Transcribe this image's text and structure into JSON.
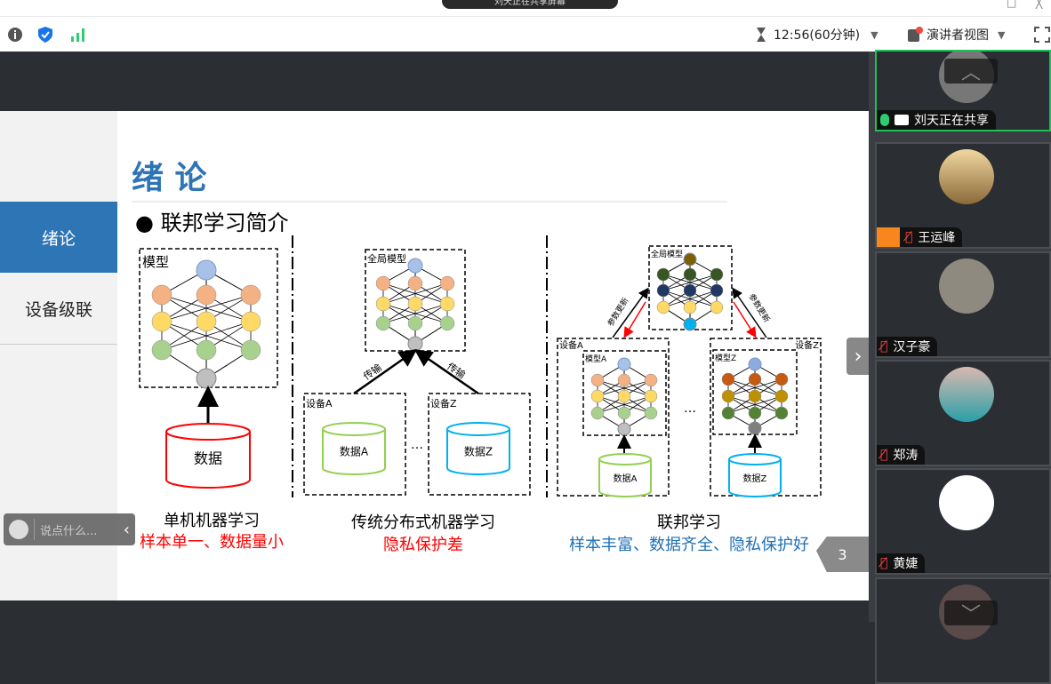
{
  "window": {
    "tab_title": "刘天正在共享屏幕"
  },
  "toolbar": {
    "timer": "12:56(60分钟)",
    "presenter_view": "演讲者视图",
    "icons": [
      "info-icon",
      "shield-check-icon",
      "signal-icon",
      "hourglass-icon",
      "presenter-icon",
      "fullscreen-icon"
    ]
  },
  "nav": {
    "items": [
      {
        "label": "绪论",
        "active": true
      },
      {
        "label": "设备级联",
        "active": false
      }
    ]
  },
  "slide": {
    "title": "绪  论",
    "subtitle": "● 联邦学习简介",
    "page": "3",
    "colors": {
      "title": "#2e75b6",
      "red": "#ff0000",
      "blue": "#1f6fb5",
      "green_db": "#92d050",
      "blue_db": "#00b0f0"
    },
    "single": {
      "model_label": "模型",
      "data_label": "数据",
      "caption": "单机机器学习",
      "note": "样本单一、数据量小",
      "nodes": [
        "#a9c1e8",
        "#f4b183",
        "#ffd966",
        "#a9d18e",
        "#bfbfbf"
      ]
    },
    "distributed": {
      "global_label": "全局模型",
      "transfer_left": "传输",
      "transfer_right": "传输",
      "device_a": "设备A",
      "device_z": "设备Z",
      "data_a": "数据A",
      "data_z": "数据Z",
      "ellipsis": "…",
      "caption": "传统分布式机器学习",
      "note": "隐私保护差",
      "nodes": [
        "#a9c1e8",
        "#f4b183",
        "#ffd966",
        "#a9d18e",
        "#bfbfbf"
      ]
    },
    "federated": {
      "global_label": "全局模型",
      "update_left": "参数更新",
      "update_right": "参数更新",
      "device_a": "设备A",
      "device_z": "设备Z",
      "model_a": "模型A",
      "model_z": "模型Z",
      "data_a": "数据A",
      "data_z": "数据Z",
      "ellipsis": "…",
      "caption": "联邦学习",
      "note": "样本丰富、数据齐全、隐私保护好",
      "global_nodes": [
        "#7f6000",
        "#375623",
        "#1f3864",
        "#ffd966",
        "#00b0f0"
      ],
      "a_nodes": [
        "#a9c1e8",
        "#f4b183",
        "#ffd966",
        "#a9d18e",
        "#bfbfbf"
      ],
      "z_nodes": [
        "#8eaadb",
        "#c55a11",
        "#bf9000",
        "#548235",
        "#7f7f7f"
      ]
    }
  },
  "chat": {
    "placeholder": "说点什么..."
  },
  "participants": [
    {
      "name": "刘天正在共享",
      "mic": "on",
      "sharing": true,
      "active": true
    },
    {
      "name": "王运峰",
      "mic": "muted",
      "host": true
    },
    {
      "name": "汉子豪",
      "mic": "muted"
    },
    {
      "name": "郑涛",
      "mic": "muted"
    },
    {
      "name": "黄婕",
      "mic": "muted"
    }
  ]
}
